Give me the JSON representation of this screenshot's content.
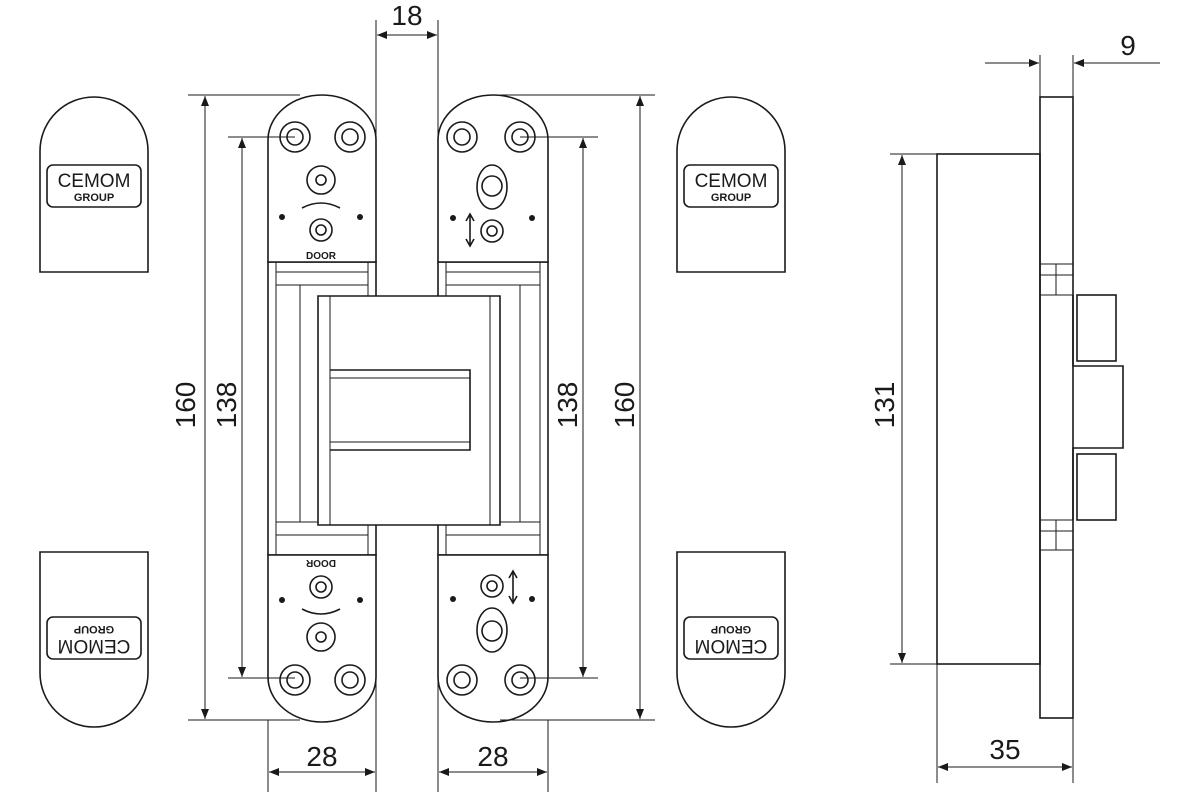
{
  "dimensions": {
    "gap_width": "18",
    "overall_height_left": "160",
    "screw_spacing_left": "138",
    "screw_spacing_right": "138",
    "overall_height_right": "160",
    "plate_width_left": "28",
    "plate_width_right": "28",
    "side_body_height": "131",
    "side_plate_thickness": "9",
    "side_depth": "35"
  },
  "cap_logo": {
    "brand": "CEMOM",
    "sub": "GROUP"
  },
  "plate_label": "DOOR",
  "line_color": "#1a1a1a"
}
